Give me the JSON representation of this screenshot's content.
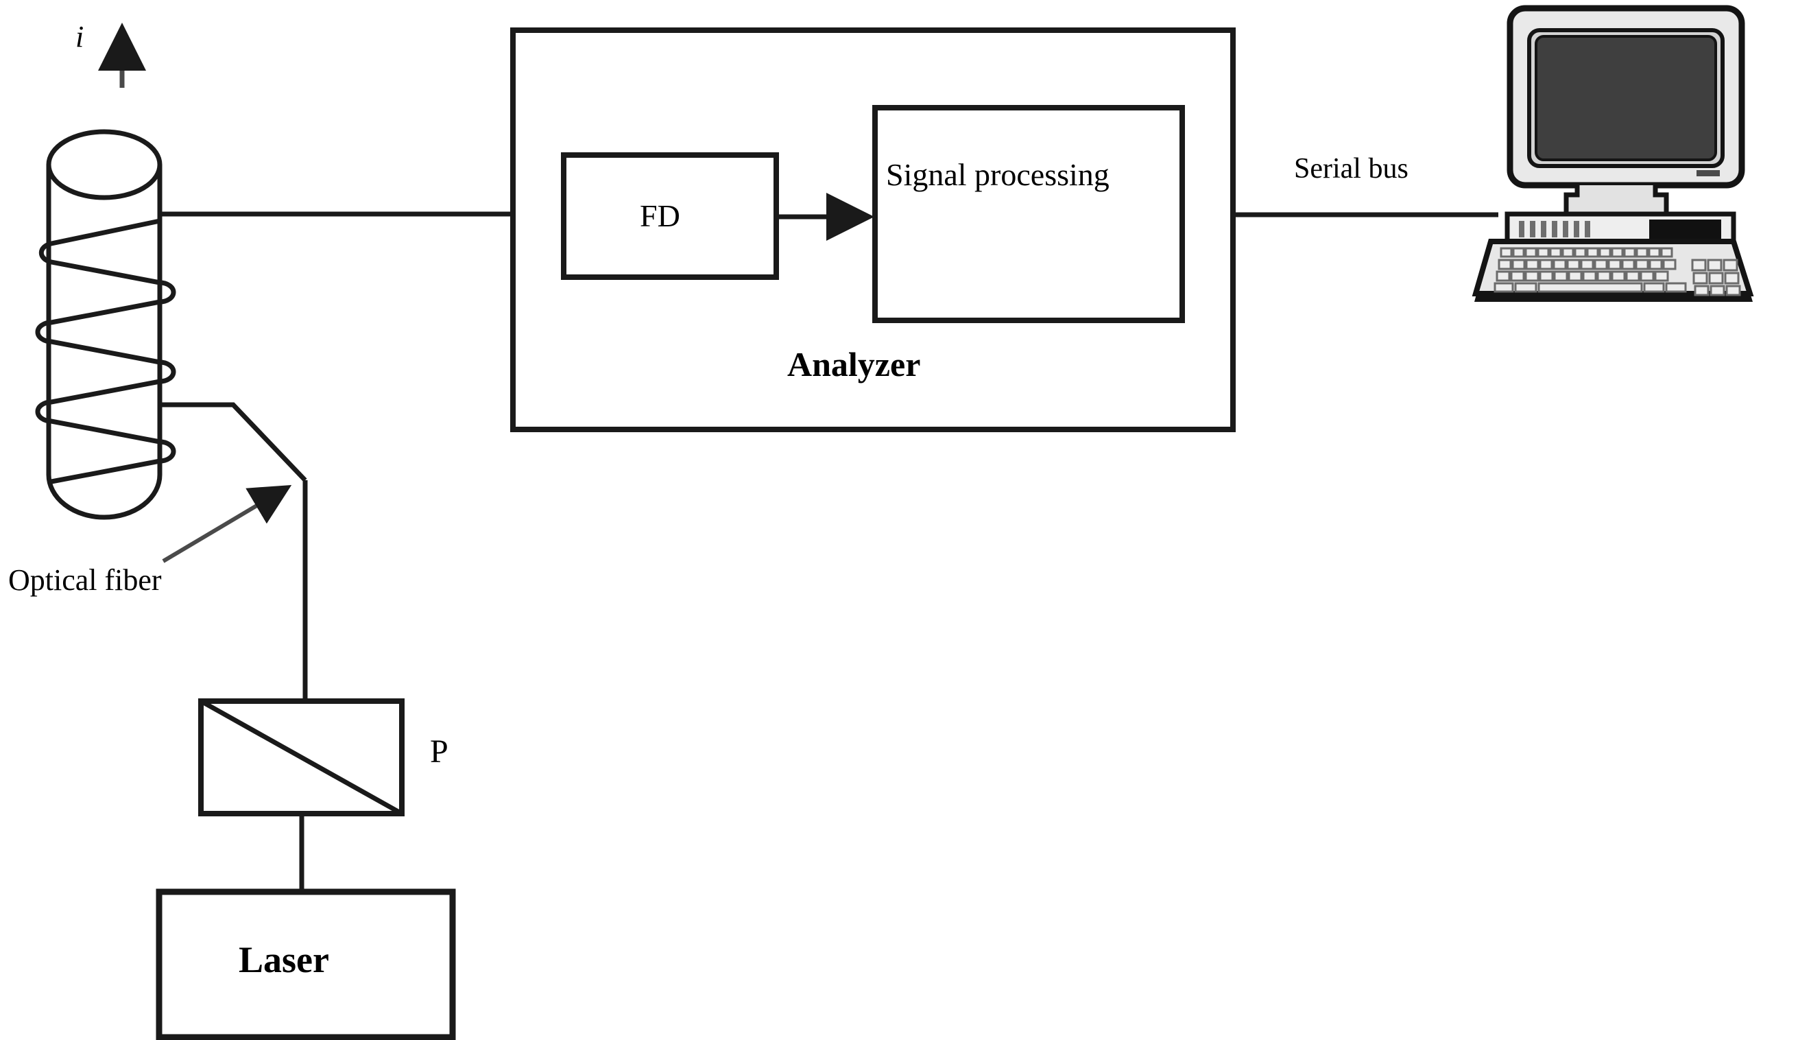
{
  "diagram": {
    "title": "Fiber-optic current sensor block diagram",
    "labels": {
      "current": "i",
      "optical_fiber": "Optical fiber",
      "fd": "FD",
      "signal_processing": "Signal processing",
      "analyzer": "Analyzer",
      "serial_bus": "Serial bus",
      "polarizer": "P",
      "laser": "Laser"
    },
    "icons": {
      "current_arrow": "up-arrow-icon",
      "fiber_callout": "callout-arrow-icon",
      "fd_to_signal": "right-arrow-icon",
      "computer": "desktop-computer-icon",
      "monitor": "crt-monitor-icon",
      "keyboard": "keyboard-icon",
      "coil": "fiber-coil-icon",
      "conductor": "conductor-cylinder-icon",
      "polarizer_slash": "polarizer-diagonal-icon"
    },
    "colors": {
      "stroke": "#1a1a1a",
      "background": "#ffffff",
      "screen": "#3f3f3f",
      "case": "#e6e6e6",
      "case_shadow": "#b5b5b5",
      "key": "#ededed",
      "key_edge": "#6b6b6b"
    }
  }
}
